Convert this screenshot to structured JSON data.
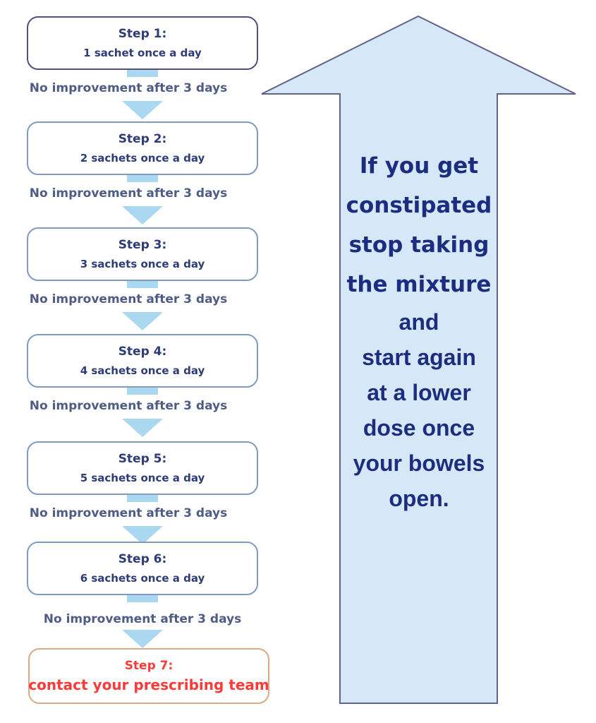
{
  "diagram": {
    "steps": [
      {
        "title": "Step 1:",
        "dose": "1 sachet once a day",
        "gap_label": "No improvement after 3 days"
      },
      {
        "title": "Step 2:",
        "dose": "2 sachets once a day",
        "gap_label": "No improvement after 3 days"
      },
      {
        "title": "Step 3:",
        "dose": "3 sachets once a day",
        "gap_label": "No improvement after 3 days"
      },
      {
        "title": "Step 4:",
        "dose": "4 sachets once a day",
        "gap_label": "No improvement after 3 days"
      },
      {
        "title": "Step 5:",
        "dose": "5 sachets once a day",
        "gap_label": "No improvement after 3 days"
      },
      {
        "title": "Step 6:",
        "dose": "6 sachets once a day",
        "gap_label": "No improvement after 3 days"
      },
      {
        "title": "Step 7:",
        "dose": "contact your prescribing team"
      }
    ],
    "warning_arrow": {
      "direction": "up",
      "lines_primary": [
        "If you get",
        "constipated",
        "stop taking",
        "the mixture"
      ],
      "lines_secondary": [
        "and",
        "start again",
        "at a lower",
        "dose once",
        "your bowels",
        "open."
      ]
    },
    "colors": {
      "background": "#ffffff",
      "step_text": "#2e3c77",
      "gap_label_text": "#4e5c86",
      "first_box_border": "#50507c",
      "box_border": "#7e9cc0",
      "connector_blue": "#a9d8f0",
      "arrow_fill": "#d6e8f7",
      "arrow_border": "#60648c",
      "arrow_text": "#1c2d80",
      "final_box_border": "#dba983",
      "final_box_text": "#fb3a3a"
    }
  }
}
